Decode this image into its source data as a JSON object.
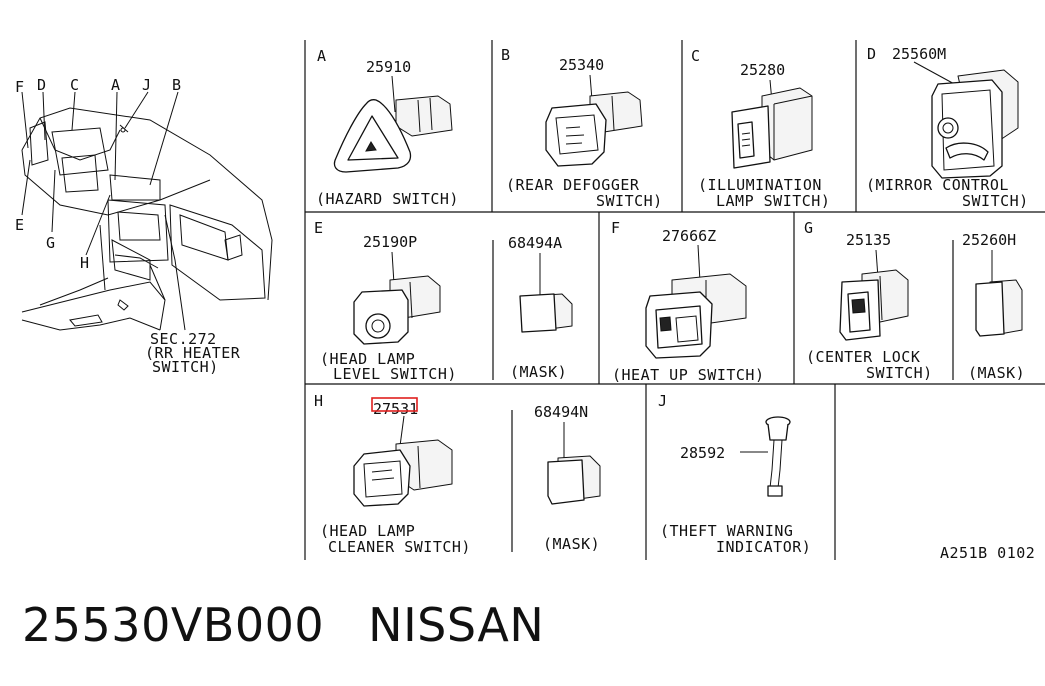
{
  "overview": {
    "letters": [
      "F",
      "D",
      "C",
      "A",
      "J",
      "B",
      "E",
      "G",
      "H"
    ],
    "sec_ref": [
      "SEC.272",
      "(RR HEATER",
      "SWITCH)"
    ]
  },
  "cells": {
    "A": {
      "letter": "A",
      "part": "25910",
      "caption": [
        "(HAZARD SWITCH)"
      ]
    },
    "B": {
      "letter": "B",
      "part": "25340",
      "caption": [
        "(REAR DEFOGGER",
        "SWITCH)"
      ]
    },
    "C": {
      "letter": "C",
      "part": "25280",
      "caption": [
        "(ILLUMINATION",
        "LAMP SWITCH)"
      ]
    },
    "D": {
      "letter": "D",
      "part": "25560M",
      "caption": [
        "(MIRROR CONTROL",
        "SWITCH)"
      ]
    },
    "E": {
      "letter": "E",
      "part": "25190P",
      "caption": [
        "(HEAD LAMP",
        "LEVEL SWITCH)"
      ],
      "part2": "68494A",
      "caption2": "(MASK)"
    },
    "F": {
      "letter": "F",
      "part": "27666Z",
      "caption": [
        "(HEAT UP SWITCH)"
      ]
    },
    "G": {
      "letter": "G",
      "part": "25135",
      "caption": [
        "(CENTER LOCK",
        "SWITCH)"
      ],
      "part2": "25260H",
      "caption2": "(MASK)"
    },
    "H": {
      "letter": "H",
      "part": "27531",
      "caption": [
        "(HEAD LAMP",
        "CLEANER SWITCH)"
      ],
      "part2": "68494N",
      "caption2": "(MASK)"
    },
    "J": {
      "letter": "J",
      "part": "28592",
      "caption": [
        "(THEFT WARNING",
        "INDICATOR)"
      ]
    }
  },
  "diagram_code": "A251B 0102",
  "footer": {
    "part_number": "25530VB000",
    "brand": "NISSAN"
  },
  "highlight_color": "#e0201e"
}
